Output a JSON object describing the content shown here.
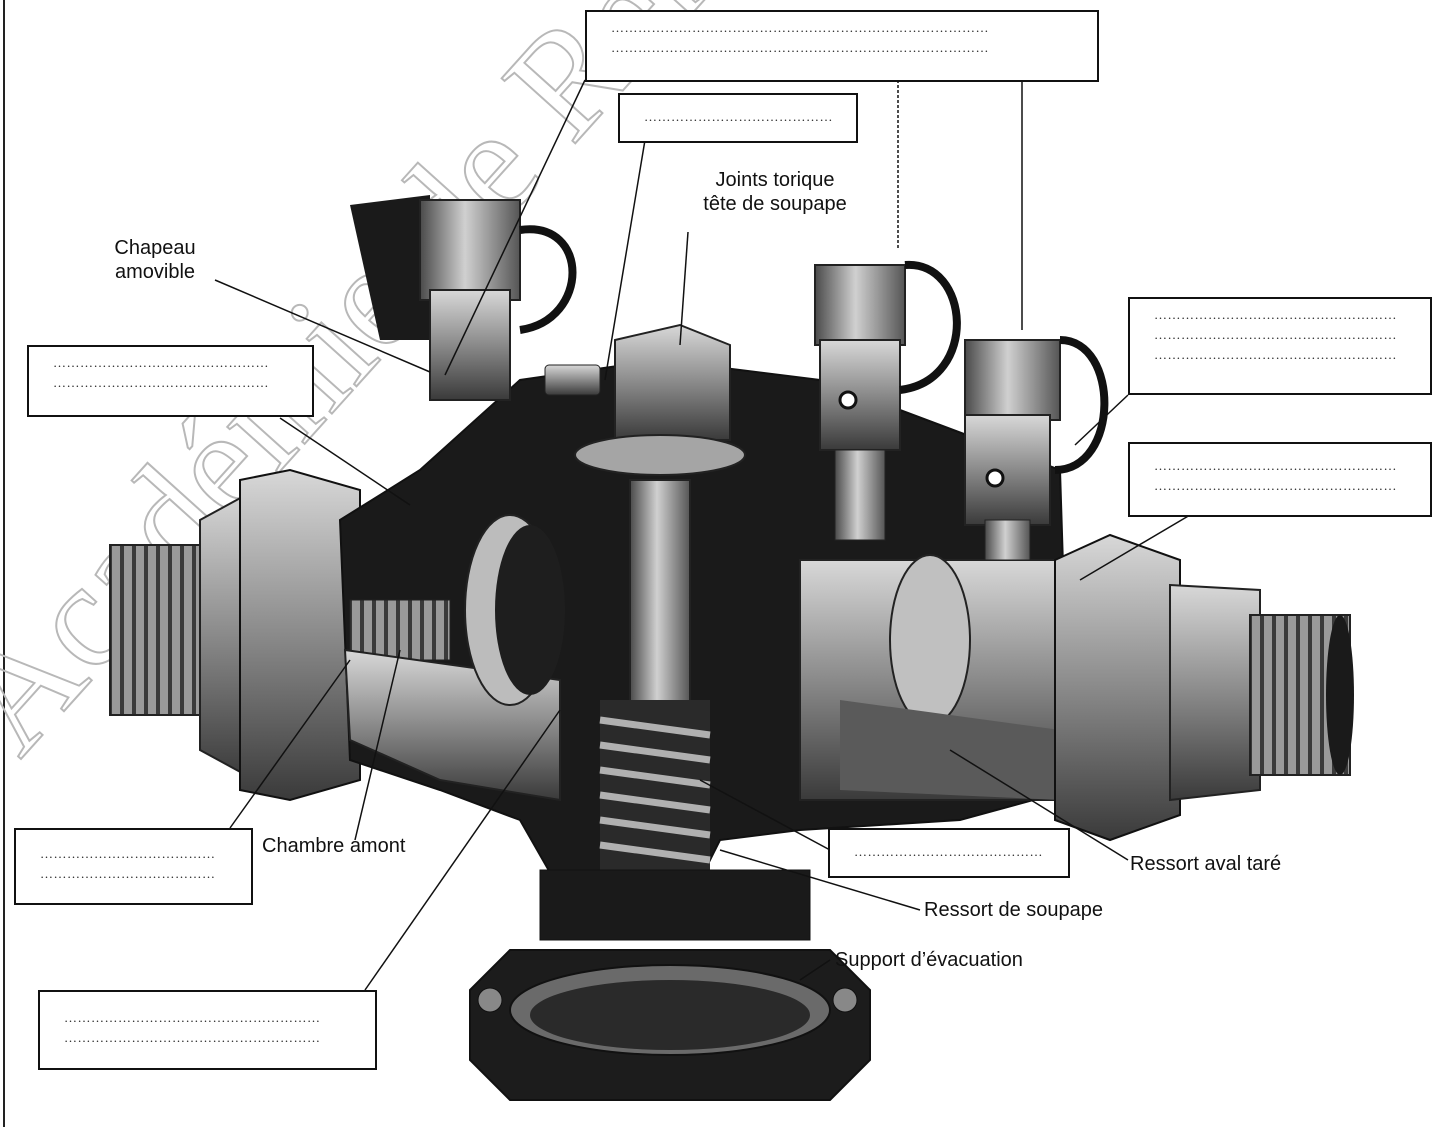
{
  "labels": {
    "joints_torique": [
      "Joints torique",
      "tête de soupape"
    ],
    "chapeau_amovible": [
      "Chapeau",
      "amovible"
    ],
    "chambre_amont": "Chambre amont",
    "ressort_aval": "Ressort aval taré",
    "ressort_soupape": "Ressort de soupape",
    "support_evacuation": "Support d’évacuation"
  },
  "blank_boxes": [
    {
      "id": "top-wide",
      "lines": [
        "…………………………………………………………………………",
        "…………………………………………………………………………"
      ]
    },
    {
      "id": "top-small",
      "lines": [
        "……………………………………"
      ]
    },
    {
      "id": "right-upper",
      "lines": [
        "………………………………………………",
        "………………………………………………",
        "………………………………………………"
      ]
    },
    {
      "id": "right-middle",
      "lines": [
        "………………………………………………",
        "………………………………………………"
      ]
    },
    {
      "id": "left-upper",
      "lines": [
        "…………………………………………",
        "…………………………………………"
      ]
    },
    {
      "id": "left-lower",
      "lines": [
        "…………………………………",
        "…………………………………"
      ]
    },
    {
      "id": "bottom-left",
      "lines": [
        "…………………………………………………",
        "…………………………………………………"
      ]
    },
    {
      "id": "bottom-center",
      "lines": [
        "……………………………………"
      ]
    }
  ],
  "watermark": "Académie de Rennes",
  "colors": {
    "metal_dark": "#1a1a1a",
    "metal_mid": "#7a7a7a",
    "metal_light": "#c8c8c8",
    "line": "#111111"
  }
}
